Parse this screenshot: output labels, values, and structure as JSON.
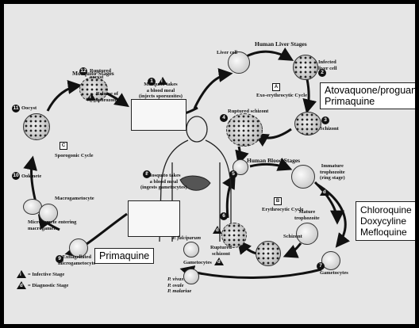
{
  "stages": {
    "mosquito": "Mosquito Stages",
    "liver": "Human Liver Stages",
    "blood": "Human Blood Stages"
  },
  "cycles": {
    "sporogonic": "Sporogonic Cycle",
    "exo": "Exo-erythrocytic Cycle",
    "erythrocytic": "Erythrocytic Cycle"
  },
  "markers": {
    "cycle_a": "A",
    "cycle_b": "B",
    "cycle_c": "C",
    "infective": "i",
    "diagnostic": "d"
  },
  "steps": {
    "n1": "1",
    "n2": "2",
    "n3": "3",
    "n4": "4",
    "n5": "5",
    "n6": "6",
    "n7": "7",
    "n8": "8",
    "n9": "9",
    "n10": "10",
    "n11": "11",
    "n12": "12"
  },
  "labels": {
    "liver_cell": "Liver cell",
    "infected_liver_cell": [
      "Infected",
      "liver cell"
    ],
    "schizont_liver": "Schizont",
    "ruptured_schizont_liver": "Ruptured schizont",
    "immature_trophozoite": [
      "Immature",
      "trophozoite",
      "(ring stage)"
    ],
    "mature_trophozoite": [
      "Mature",
      "trophozoite"
    ],
    "schizont_blood": "Schizont",
    "ruptured_schizont_blood": [
      "Ruptured",
      "schizont"
    ],
    "gametocytes_right": "Gametocytes",
    "gametocytes_left": "Gametocytes",
    "mosquito_meal_1": [
      "Mosquito takes",
      "a blood meal",
      "(injects sporozoites)"
    ],
    "mosquito_meal_2": [
      "Mosquito takes",
      "a blood meal",
      "(ingests gametocytes)"
    ],
    "ruptured_oocyst": [
      "Ruptured",
      "oocyst"
    ],
    "release_sporozoites": [
      "Release of",
      "sporozoites"
    ],
    "oocyst": "Oocyst",
    "ookinete": "Ookinete",
    "macrogametocyte": "Macrogametocyte",
    "microgamete": [
      "Microgamete entering",
      "macrogamete"
    ],
    "exflagellated": [
      "Exflagellated",
      "microgametocyte"
    ],
    "p_falciparum": "P. falciparum",
    "p_species": [
      "P. vivax",
      "P. ovale",
      "P. malariae"
    ]
  },
  "legend": {
    "infective": "= Infective Stage",
    "diagnostic": "= Diagnostic Stage"
  },
  "drugs": {
    "liver": [
      "Atovaquone/proguanil",
      "Primaquine"
    ],
    "blood": [
      "Chloroquine",
      "Doxycyline",
      "Mefloquine"
    ],
    "gametocyte": "Primaquine"
  }
}
